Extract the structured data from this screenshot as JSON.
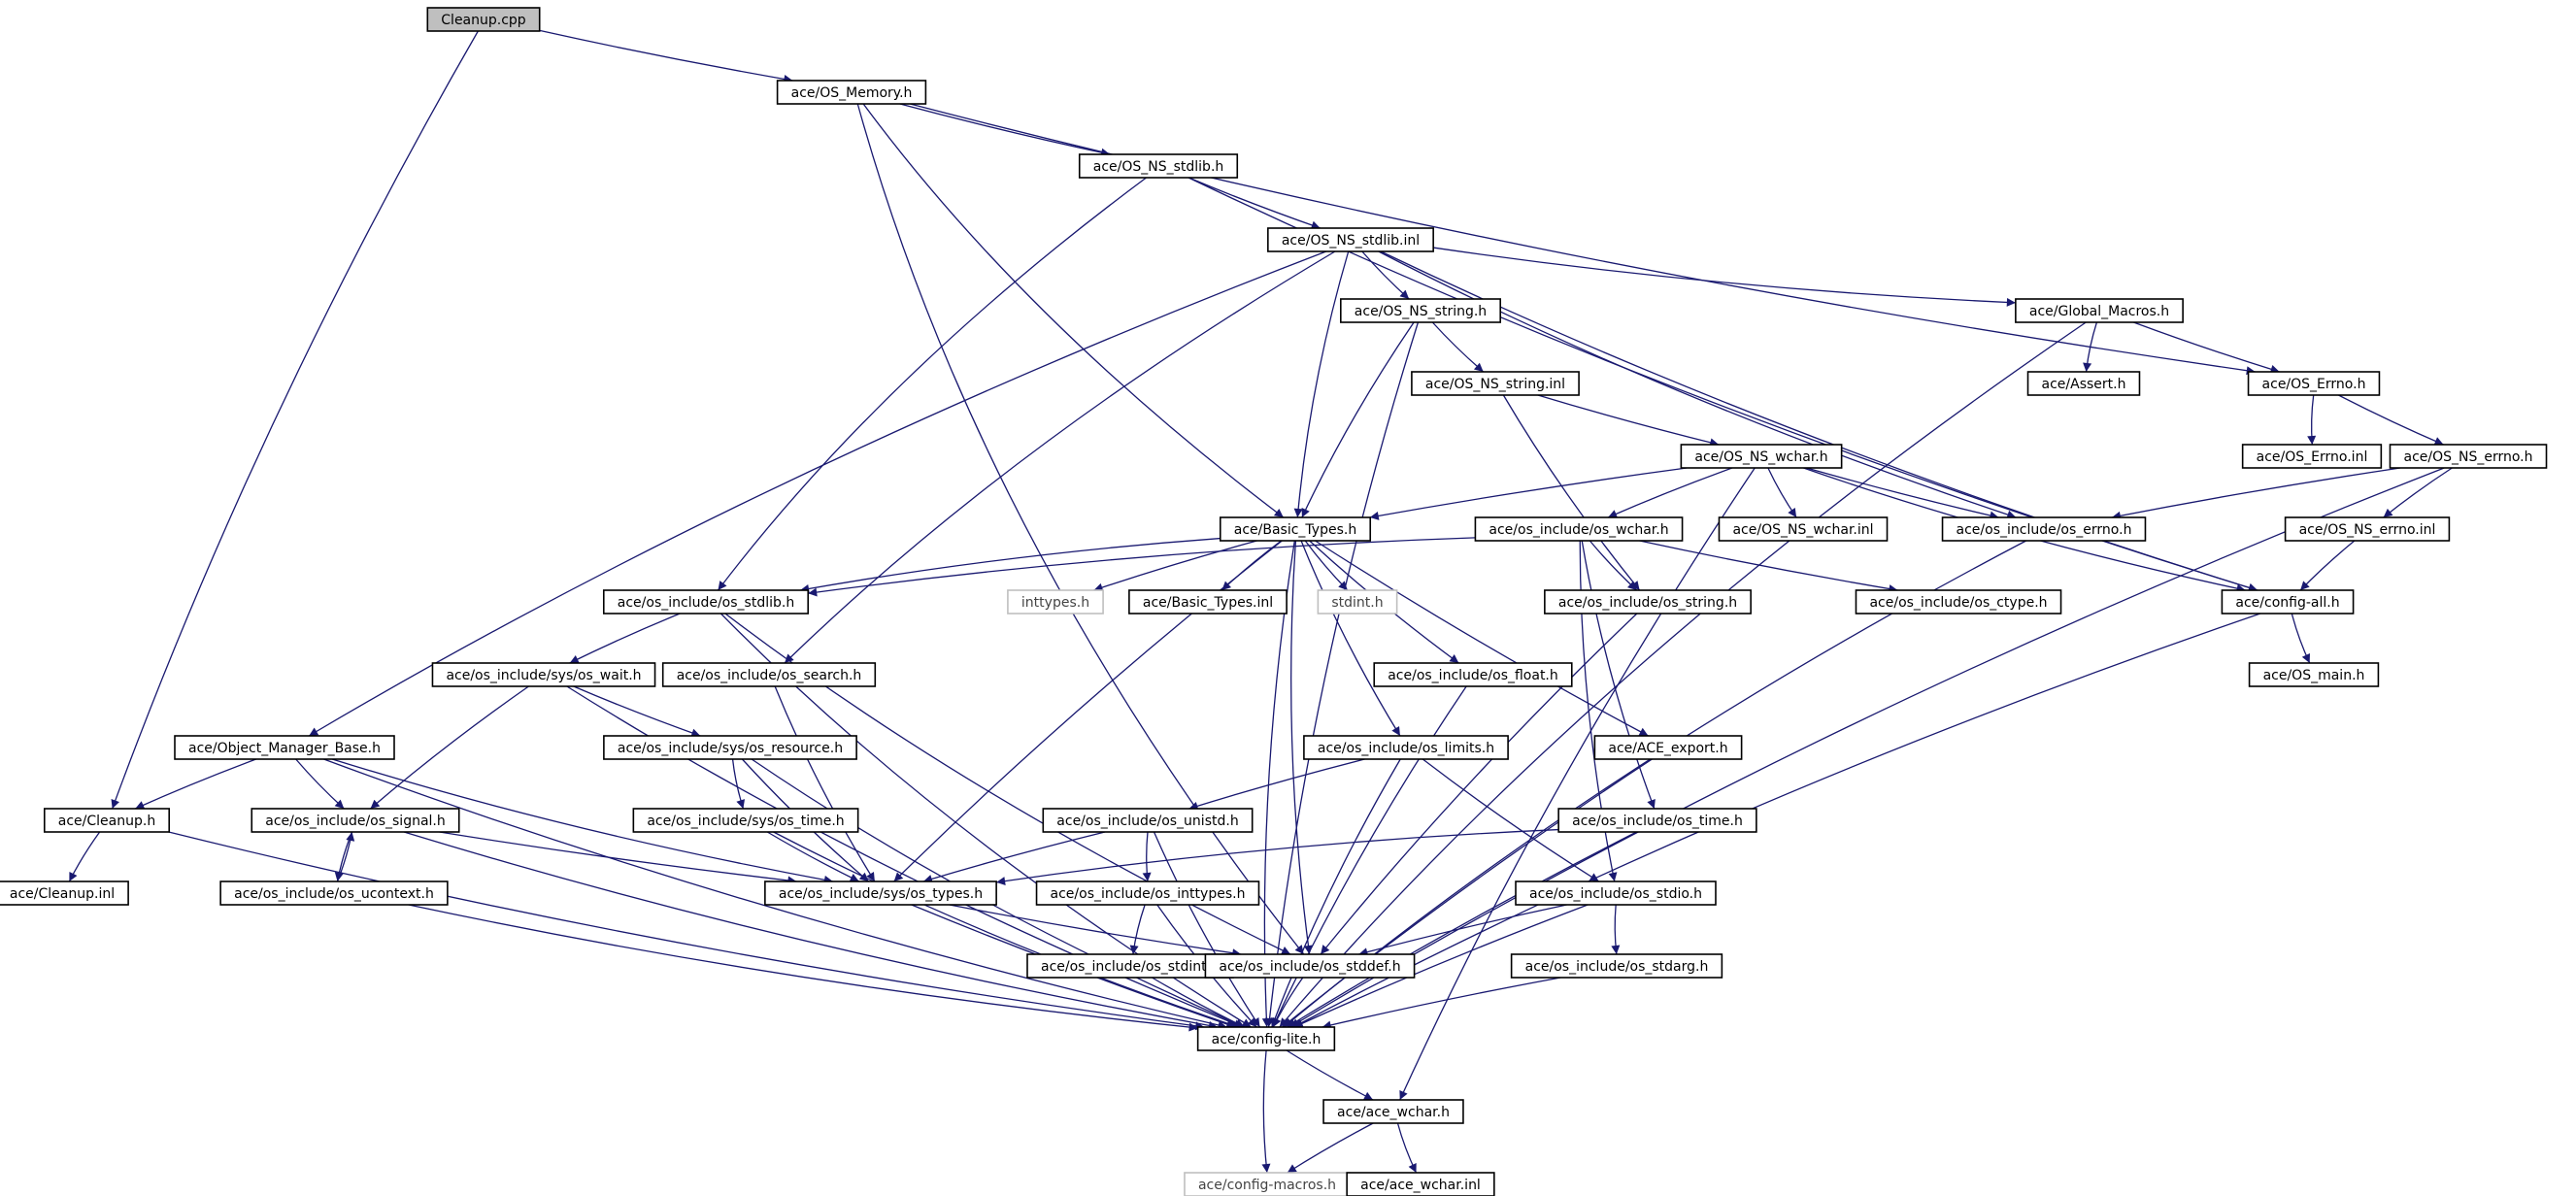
{
  "colors": {
    "edge": "#191970",
    "root_fill": "#bfbfbf",
    "node_border": "#000000",
    "ext_border": "#bfbfbf"
  },
  "nodes": {
    "cleanup_cpp": "Cleanup.cpp",
    "os_memory_h": "ace/OS_Memory.h",
    "os_ns_stdlib_h": "ace/OS_NS_stdlib.h",
    "os_ns_stdlib_inl": "ace/OS_NS_stdlib.inl",
    "os_ns_string_h": "ace/OS_NS_string.h",
    "os_ns_string_inl": "ace/OS_NS_string.inl",
    "global_macros_h": "ace/Global_Macros.h",
    "os_errno_h": "ace/OS_Errno.h",
    "assert_h": "ace/Assert.h",
    "os_errno_inl": "ace/OS_Errno.inl",
    "os_ns_errno_h": "ace/OS_NS_errno.h",
    "os_ns_wchar_h": "ace/OS_NS_wchar.h",
    "basic_types_h": "ace/Basic_Types.h",
    "os_include_os_wchar_h": "ace/os_include/os_wchar.h",
    "os_ns_wchar_inl": "ace/OS_NS_wchar.inl",
    "os_include_os_errno_h": "ace/os_include/os_errno.h",
    "os_ns_errno_inl": "ace/OS_NS_errno.inl",
    "os_include_os_stdlib_h": "ace/os_include/os_stdlib.h",
    "inttypes_h": "inttypes.h",
    "basic_types_inl": "ace/Basic_Types.inl",
    "stdint_h": "stdint.h",
    "os_include_os_string_h": "ace/os_include/os_string.h",
    "os_include_os_ctype_h": "ace/os_include/os_ctype.h",
    "config_all_h": "ace/config-all.h",
    "os_include_sys_os_wait_h": "ace/os_include/sys/os_wait.h",
    "os_include_os_search_h": "ace/os_include/os_search.h",
    "os_include_os_float_h": "ace/os_include/os_float.h",
    "os_main_h": "ace/OS_main.h",
    "object_manager_base_h": "ace/Object_Manager_Base.h",
    "os_include_sys_os_resource_h": "ace/os_include/sys/os_resource.h",
    "os_include_os_limits_h": "ace/os_include/os_limits.h",
    "ace_export_h": "ace/ACE_export.h",
    "cleanup_h": "ace/Cleanup.h",
    "os_include_os_signal_h": "ace/os_include/os_signal.h",
    "os_include_sys_os_time_h": "ace/os_include/sys/os_time.h",
    "os_include_os_unistd_h": "ace/os_include/os_unistd.h",
    "os_include_os_time_h": "ace/os_include/os_time.h",
    "cleanup_inl": "ace/Cleanup.inl",
    "os_include_os_ucontext_h": "ace/os_include/os_ucontext.h",
    "os_include_sys_os_types_h": "ace/os_include/sys/os_types.h",
    "os_include_os_inttypes_h": "ace/os_include/os_inttypes.h",
    "os_include_os_stdio_h": "ace/os_include/os_stdio.h",
    "os_include_os_stdint_h": "ace/os_include/os_stdint.h",
    "os_include_os_stddef_h": "ace/os_include/os_stddef.h",
    "os_include_os_stdarg_h": "ace/os_include/os_stdarg.h",
    "config_lite_h": "ace/config-lite.h",
    "ace_wchar_h": "ace/ace_wchar.h",
    "config_macros_h": "ace/config-macros.h",
    "ace_wchar_inl": "ace/ace_wchar.inl"
  },
  "edges": [
    [
      "cleanup_cpp",
      "os_memory_h"
    ],
    [
      "cleanup_cpp",
      "cleanup_h"
    ],
    [
      "os_memory_h",
      "os_ns_stdlib_h"
    ],
    [
      "os_memory_h",
      "basic_types_h"
    ],
    [
      "os_memory_h",
      "os_errno_h"
    ],
    [
      "os_memory_h",
      "os_include_os_stddef_h"
    ],
    [
      "os_ns_stdlib_h",
      "os_ns_stdlib_inl"
    ],
    [
      "os_ns_stdlib_h",
      "os_include_os_stdlib_h"
    ],
    [
      "os_ns_stdlib_h",
      "config_all_h"
    ],
    [
      "os_ns_stdlib_inl",
      "os_ns_string_h"
    ],
    [
      "os_ns_stdlib_inl",
      "global_macros_h"
    ],
    [
      "os_ns_stdlib_inl",
      "basic_types_h"
    ],
    [
      "os_ns_stdlib_inl",
      "os_include_os_errno_h"
    ],
    [
      "os_ns_stdlib_inl",
      "os_include_os_search_h"
    ],
    [
      "os_ns_stdlib_inl",
      "object_manager_base_h"
    ],
    [
      "os_ns_stdlib_inl",
      "config_all_h"
    ],
    [
      "os_ns_string_h",
      "os_ns_string_inl"
    ],
    [
      "os_ns_string_h",
      "basic_types_h"
    ],
    [
      "os_ns_string_h",
      "config_lite_h"
    ],
    [
      "os_ns_string_inl",
      "os_ns_wchar_h"
    ],
    [
      "os_ns_string_inl",
      "os_include_os_string_h"
    ],
    [
      "global_macros_h",
      "assert_h"
    ],
    [
      "global_macros_h",
      "os_errno_h"
    ],
    [
      "global_macros_h",
      "config_lite_h"
    ],
    [
      "os_errno_h",
      "os_errno_inl"
    ],
    [
      "os_errno_h",
      "os_ns_errno_h"
    ],
    [
      "os_ns_errno_h",
      "os_include_os_errno_h"
    ],
    [
      "os_ns_errno_h",
      "os_ns_errno_inl"
    ],
    [
      "os_ns_errno_h",
      "config_lite_h"
    ],
    [
      "os_ns_errno_inl",
      "config_all_h"
    ],
    [
      "os_ns_wchar_h",
      "basic_types_h"
    ],
    [
      "os_ns_wchar_h",
      "os_include_os_wchar_h"
    ],
    [
      "os_ns_wchar_h",
      "os_ns_wchar_inl"
    ],
    [
      "os_ns_wchar_h",
      "os_include_os_errno_h"
    ],
    [
      "os_ns_wchar_h",
      "config_all_h"
    ],
    [
      "os_ns_wchar_h",
      "ace_wchar_h"
    ],
    [
      "basic_types_h",
      "os_include_os_stdlib_h"
    ],
    [
      "basic_types_h",
      "inttypes_h"
    ],
    [
      "basic_types_h",
      "basic_types_inl"
    ],
    [
      "basic_types_h",
      "stdint_h"
    ],
    [
      "basic_types_h",
      "os_include_os_float_h"
    ],
    [
      "basic_types_h",
      "os_include_os_limits_h"
    ],
    [
      "basic_types_h",
      "ace_export_h"
    ],
    [
      "basic_types_h",
      "os_include_sys_os_types_h"
    ],
    [
      "basic_types_h",
      "os_include_os_stddef_h"
    ],
    [
      "basic_types_h",
      "config_lite_h"
    ],
    [
      "os_include_os_wchar_h",
      "os_include_os_stdlib_h"
    ],
    [
      "os_include_os_wchar_h",
      "os_include_os_string_h"
    ],
    [
      "os_include_os_wchar_h",
      "os_include_os_ctype_h"
    ],
    [
      "os_include_os_wchar_h",
      "os_include_os_time_h"
    ],
    [
      "os_include_os_wchar_h",
      "os_include_os_stdio_h"
    ],
    [
      "os_include_os_errno_h",
      "config_lite_h"
    ],
    [
      "os_include_os_stdlib_h",
      "os_include_sys_os_wait_h"
    ],
    [
      "os_include_os_stdlib_h",
      "os_include_os_stddef_h"
    ],
    [
      "os_include_os_stdlib_h",
      "config_lite_h"
    ],
    [
      "os_include_os_string_h",
      "os_include_os_stddef_h"
    ],
    [
      "config_all_h",
      "os_main_h"
    ],
    [
      "config_all_h",
      "config_lite_h"
    ],
    [
      "os_include_sys_os_wait_h",
      "os_include_sys_os_resource_h"
    ],
    [
      "os_include_sys_os_wait_h",
      "os_include_os_signal_h"
    ],
    [
      "os_include_sys_os_wait_h",
      "config_lite_h"
    ],
    [
      "os_include_os_search_h",
      "os_include_sys_os_types_h"
    ],
    [
      "os_include_os_float_h",
      "config_lite_h"
    ],
    [
      "object_manager_base_h",
      "cleanup_h"
    ],
    [
      "object_manager_base_h",
      "os_include_os_signal_h"
    ],
    [
      "object_manager_base_h",
      "os_include_sys_os_types_h"
    ],
    [
      "object_manager_base_h",
      "config_lite_h"
    ],
    [
      "os_include_sys_os_resource_h",
      "os_include_sys_os_time_h"
    ],
    [
      "os_include_sys_os_resource_h",
      "os_include_sys_os_types_h"
    ],
    [
      "os_include_sys_os_resource_h",
      "config_lite_h"
    ],
    [
      "os_include_os_limits_h",
      "os_include_os_unistd_h"
    ],
    [
      "os_include_os_limits_h",
      "os_include_os_stdio_h"
    ],
    [
      "os_include_os_limits_h",
      "config_lite_h"
    ],
    [
      "ace_export_h",
      "config_lite_h"
    ],
    [
      "cleanup_h",
      "cleanup_inl"
    ],
    [
      "cleanup_h",
      "config_lite_h"
    ],
    [
      "os_include_os_signal_h",
      "os_include_os_ucontext_h"
    ],
    [
      "os_include_os_signal_h",
      "os_include_sys_os_types_h"
    ],
    [
      "os_include_os_signal_h",
      "config_lite_h"
    ],
    [
      "os_include_sys_os_time_h",
      "os_include_sys_os_types_h"
    ],
    [
      "os_include_sys_os_time_h",
      "config_lite_h"
    ],
    [
      "os_include_os_unistd_h",
      "os_include_sys_os_types_h"
    ],
    [
      "os_include_os_unistd_h",
      "os_include_os_inttypes_h"
    ],
    [
      "os_include_os_unistd_h",
      "config_lite_h"
    ],
    [
      "os_include_os_time_h",
      "os_include_sys_os_types_h"
    ],
    [
      "os_include_os_time_h",
      "config_lite_h"
    ],
    [
      "os_include_os_ucontext_h",
      "os_include_os_signal_h"
    ],
    [
      "os_include_os_ucontext_h",
      "config_lite_h"
    ],
    [
      "os_include_sys_os_types_h",
      "os_include_os_stddef_h"
    ],
    [
      "os_include_sys_os_types_h",
      "config_lite_h"
    ],
    [
      "os_include_os_inttypes_h",
      "os_include_os_stdint_h"
    ],
    [
      "os_include_os_inttypes_h",
      "config_lite_h"
    ],
    [
      "os_include_os_stdio_h",
      "os_include_os_stdarg_h"
    ],
    [
      "os_include_os_stdio_h",
      "os_include_os_stddef_h"
    ],
    [
      "os_include_os_stdio_h",
      "config_lite_h"
    ],
    [
      "os_include_os_stdint_h",
      "config_lite_h"
    ],
    [
      "os_include_os_stddef_h",
      "config_lite_h"
    ],
    [
      "os_include_os_stdarg_h",
      "config_lite_h"
    ],
    [
      "config_lite_h",
      "ace_wchar_h"
    ],
    [
      "config_lite_h",
      "config_macros_h"
    ],
    [
      "ace_wchar_h",
      "config_macros_h"
    ],
    [
      "ace_wchar_h",
      "ace_wchar_inl"
    ]
  ]
}
